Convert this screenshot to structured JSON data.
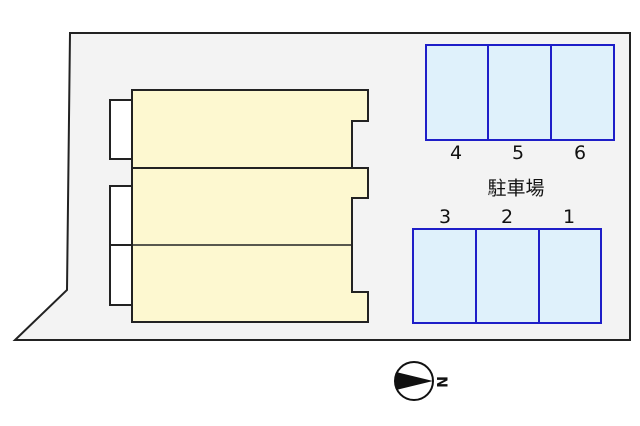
{
  "parking": {
    "title": "駐車場",
    "top_row": [
      "4",
      "5",
      "6"
    ],
    "bottom_row": [
      "3",
      "2",
      "1"
    ]
  },
  "compass": {
    "label": "N"
  },
  "colors": {
    "lot": "#f3f3f3",
    "building": "#fdf8d0",
    "parking": "#dff1fb",
    "parking_border": "#1e1ec8",
    "outline": "#222222"
  }
}
